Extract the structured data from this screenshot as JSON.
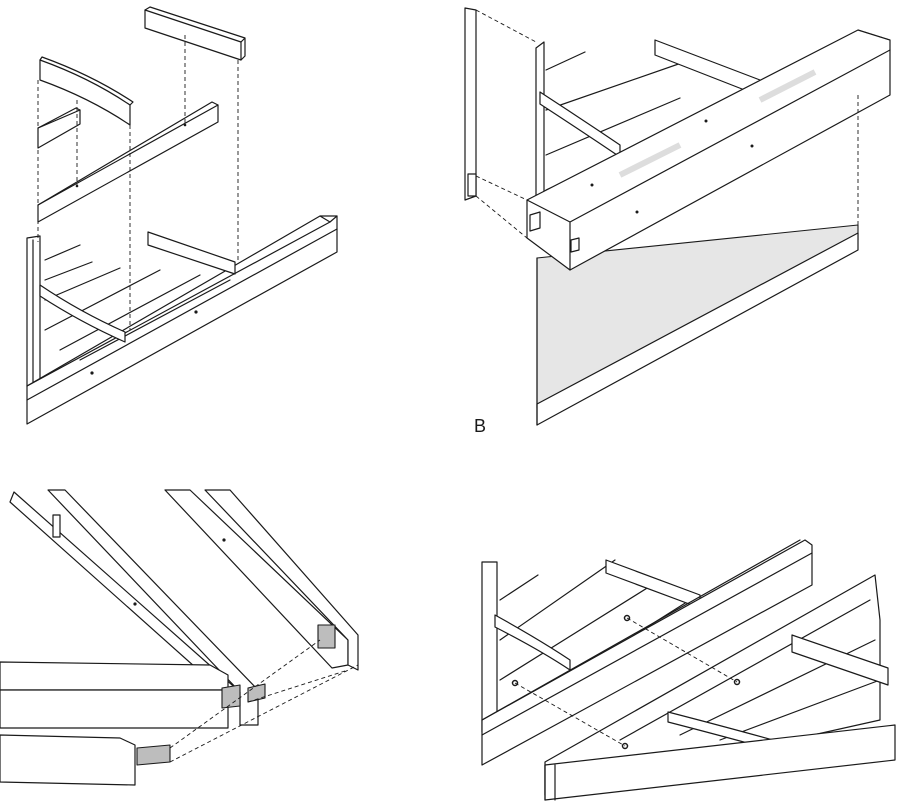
{
  "figure": {
    "panels": [
      {
        "id": "top-left",
        "label": ""
      },
      {
        "id": "top-right",
        "label": "B"
      },
      {
        "id": "bottom-left",
        "label": ""
      },
      {
        "id": "bottom-right",
        "label": ""
      }
    ]
  }
}
